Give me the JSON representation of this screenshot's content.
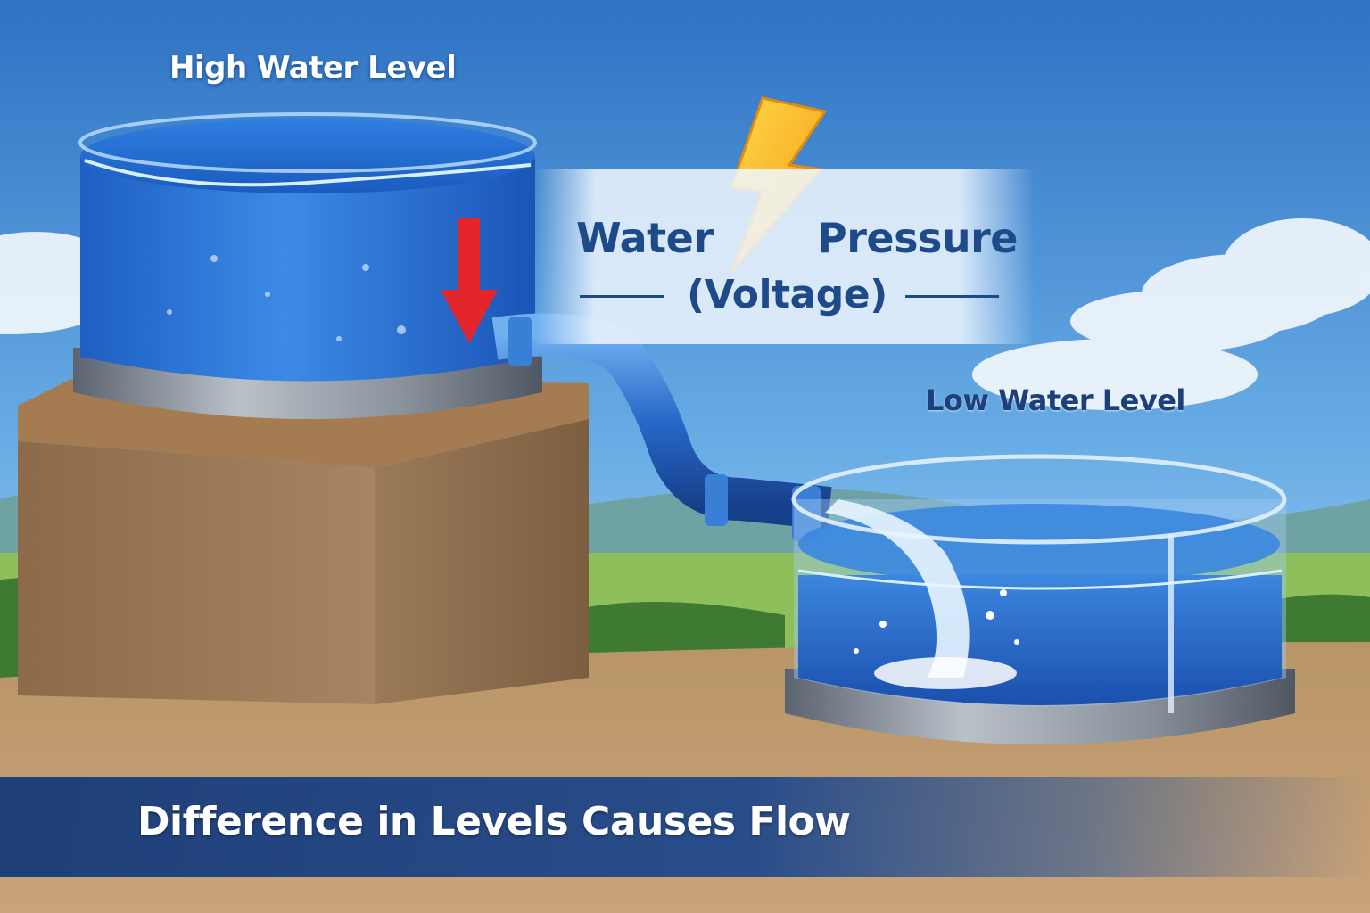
{
  "labels": {
    "high_level": "High Water Level",
    "low_level": "Low Water Level",
    "pressure_word_1": "Water",
    "pressure_word_2": "Pressure",
    "voltage": "(Voltage)",
    "caption": "Difference in Levels Causes Flow"
  },
  "icons": [
    "lightning-bolt-icon",
    "down-arrow-icon"
  ],
  "colors": {
    "water": "#2a6fd0",
    "arrow": "#e3262c",
    "bolt": "#f6b41a",
    "title_text": "#1f4a8a",
    "banner": "#1c4688"
  }
}
